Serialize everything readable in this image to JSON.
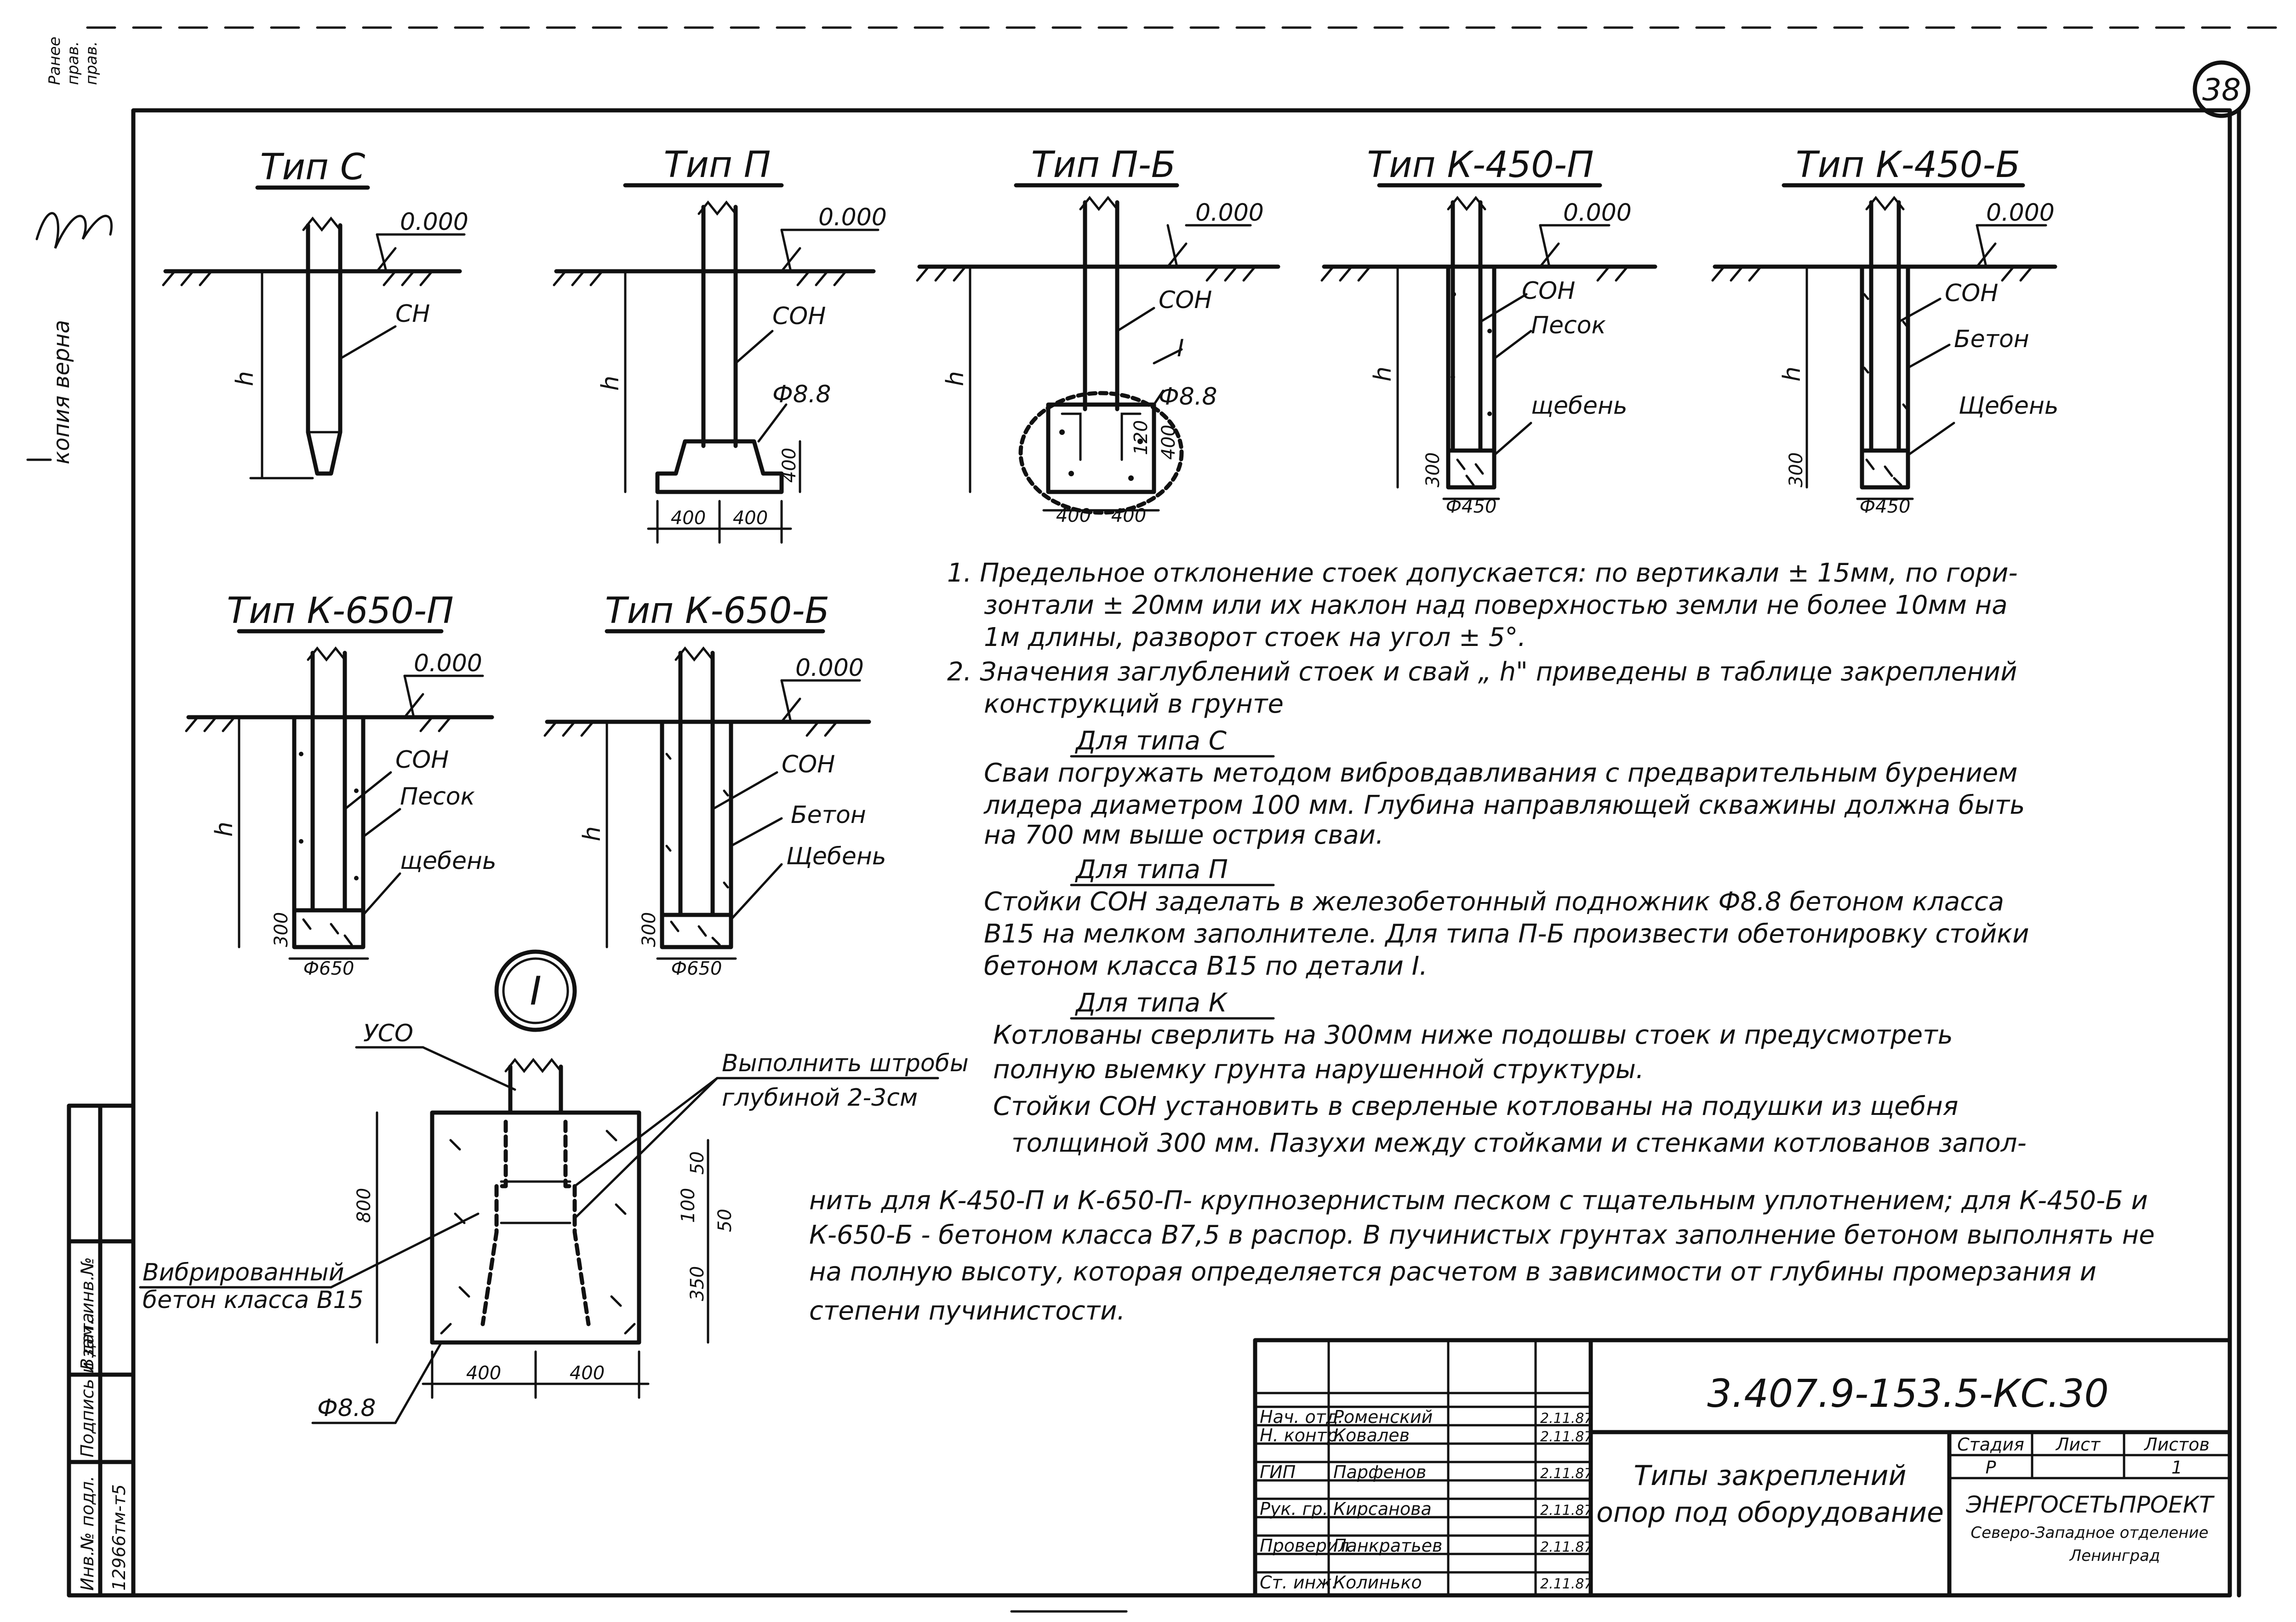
{
  "sheet_number": "38",
  "margin_stamp": {
    "top_words": [
      "Ранее",
      "прав.",
      "прав."
    ],
    "copy_text": "копия верна",
    "inv_labels": [
      "Инв.№ подл.",
      "Подпись и дата",
      "Взам. инв.№"
    ],
    "inv_number": "12966тм-т5"
  },
  "details": [
    {
      "title": "Тип С",
      "level": "0.000",
      "pile": "СН",
      "depth": "h"
    },
    {
      "title": "Тип П",
      "level": "0.000",
      "pile": "СОН",
      "depth": "h",
      "found": "Ф8.8",
      "dim_h": "400",
      "dim_w1": "400",
      "dim_w2": "400"
    },
    {
      "title": "Тип П-Б",
      "level": "0.000",
      "pile": "СОН",
      "depth": "h",
      "detail_ref": "I",
      "found": "Ф8.8",
      "dim_h1": "120",
      "dim_h2": "400",
      "dim_w1": "400",
      "dim_w2": "400"
    },
    {
      "title": "Тип К-450-П",
      "level": "0.000",
      "pile": "СОН",
      "fill": "Песок",
      "base": "щебень",
      "depth": "h",
      "dim_base": "300",
      "diam": "Ф450"
    },
    {
      "title": "Тип К-450-Б",
      "level": "0.000",
      "pile": "СОН",
      "fill": "Бетон",
      "base": "Щебень",
      "depth": "h",
      "dim_base": "300",
      "diam": "Ф450"
    },
    {
      "title": "Тип К-650-П",
      "level": "0.000",
      "pile": "СОН",
      "fill": "Песок",
      "base": "щебень",
      "depth": "h",
      "dim_base": "300",
      "diam": "Ф650"
    },
    {
      "title": "Тип К-650-Б",
      "level": "0.000",
      "pile": "СОН",
      "fill": "Бетон",
      "base": "Щебень",
      "depth": "h",
      "dim_base": "300",
      "diam": "Ф650"
    }
  ],
  "detail_i": {
    "marker": "I",
    "pile": "УСО",
    "grooves_note_1": "Выполнить штробы",
    "grooves_note_2": "глубиной 2-3см",
    "concrete_1": "Вибрированный",
    "concrete_2": "бетон класса В15",
    "found": "Ф8.8",
    "dim_800": "800",
    "dim_350": "350",
    "dim_50a": "50",
    "dim_100": "100",
    "dim_50b": "50",
    "dim_w1": "400",
    "dim_w2": "400"
  },
  "notes": {
    "lines": [
      "1. Предельное отклонение стоек допускается: по вертикали ± 15мм, по гори-",
      "зонтали ± 20мм или их наклон над поверхностью земли не более 10мм на",
      "1м длины, разворот стоек на угол ± 5°.",
      "2. Значения заглублений стоек и свай „ h\" приведены в таблице закреплений",
      "конструкций в грунте"
    ],
    "c_head": "Для типа С",
    "c_lines": [
      "Сваи погружать методом вибровдавливания с предварительным бурением",
      "лидера диаметром 100 мм. Глубина направляющей скважины должна быть",
      "на 700 мм выше острия сваи."
    ],
    "p_head": "Для типа П",
    "p_lines": [
      "Стойки СОН заделать в железобетонный подножник Ф8.8 бетоном класса",
      "В15 на мелком заполнителе. Для типа П-Б произвести обетонировку стойки",
      "бетоном класса В15 по детали I."
    ],
    "k_head": "Для типа К",
    "k_lines": [
      "Котлованы сверлить на 300мм ниже подошвы стоек и предусмотреть",
      "полную выемку грунта нарушенной структуры.",
      "Стойки СОН установить в сверленые котлованы на подушки из щебня",
      "толщиной 300 мм. Пазухи между стойками и стенками котлованов запол-",
      "нить для К-450-П и К-650-П- крупнозернистым песком с тщательным уплотнением; для К-450-Б и",
      "К-650-Б - бетоном класса В7,5 в распор. В пучинистых грунтах заполнение бетоном выполнять не",
      "на полную высоту, которая определяется расчетом в зависимости от глубины промерзания и",
      "степени пучинистости."
    ]
  },
  "title_block": {
    "code": "3.407.9-153.5-КС.30",
    "title_1": "Типы закреплений",
    "title_2": "опор под оборудование",
    "stage_label": "Стадия",
    "sheet_label": "Лист",
    "sheets_label": "Листов",
    "stage": "Р",
    "sheets": "1",
    "org_1": "ЭНЕРГОСЕТЬПРОЕКТ",
    "org_2": "Северо-Западное отделение",
    "org_3": "Ленинград",
    "rows": [
      {
        "role": "Нач. отд.",
        "name": "Роменский",
        "date": "2.11.87"
      },
      {
        "role": "Н. контр.",
        "name": "Ковалев",
        "date": "2.11.87"
      },
      {
        "role": "ГИП",
        "name": "Парфенов",
        "date": "2.11.87"
      },
      {
        "role": "Рук. гр.",
        "name": "Кирсанова",
        "date": "2.11.87"
      },
      {
        "role": "Проверил",
        "name": "Панкратьев",
        "date": "2.11.87"
      },
      {
        "role": "Ст. инж.",
        "name": "Колинько",
        "date": "2.11.87"
      }
    ]
  }
}
